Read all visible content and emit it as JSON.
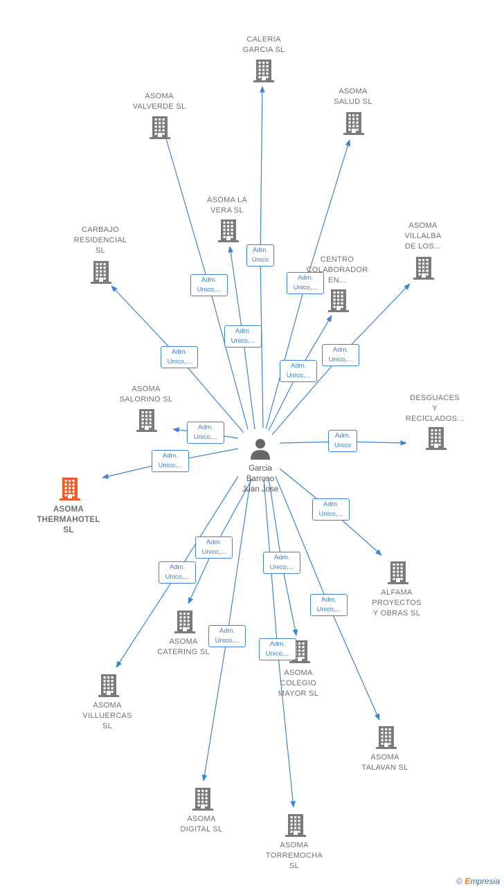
{
  "colors": {
    "edge": "#3a82d8",
    "building": "#7a7a7a",
    "highlight": "#f05a28",
    "person": "#666666"
  },
  "person": {
    "name": "Garcia\nBarroso\nJuan Jose",
    "icon": "person-icon"
  },
  "nodes": [
    {
      "id": "caleria",
      "label": "CALERIA\nGARCIA SL",
      "edge": "Adm.\nUnico",
      "icon": "building-icon"
    },
    {
      "id": "valverde",
      "label": "ASOMA\nVALVERDE  SL",
      "edge": "Adm.\nUnico,...",
      "icon": "building-icon"
    },
    {
      "id": "salud",
      "label": "ASOMA\nSALUD  SL",
      "edge": "Adm.\nUnico,...",
      "icon": "building-icon"
    },
    {
      "id": "lavera",
      "label": "ASOMA LA\nVERA  SL",
      "edge": "Adm.\nUnico,...",
      "icon": "building-icon"
    },
    {
      "id": "carbajo",
      "label": "CARBAJO\nRESIDENCIAL\nSL",
      "edge": "Adm.\nUnico,...",
      "icon": "building-icon"
    },
    {
      "id": "villalba",
      "label": "ASOMA\nVILLALBA\nDE LOS...",
      "edge": "Adm.\nUnico,...",
      "icon": "building-icon"
    },
    {
      "id": "centro",
      "label": "CENTRO\nCOLABORADOR\nEN...",
      "edge": "Adm.\nUnico,...",
      "icon": "building-icon"
    },
    {
      "id": "salorino",
      "label": "ASOMA\nSALORINO  SL",
      "edge": "Adm.\nUnico,...",
      "icon": "building-icon"
    },
    {
      "id": "desguaces",
      "label": "DESGUACES\nY\nRECICLADOS...",
      "edge": "Adm.\nUnico",
      "icon": "building-icon"
    },
    {
      "id": "thermahotel",
      "label": "ASOMA\nTHERMAHOTEL\nSL",
      "edge": "Adm.\nUnico,...",
      "icon": "building-icon",
      "highlight": true
    },
    {
      "id": "alfama",
      "label": "ALFAMA\nPROYECTOS\nY OBRAS  SL",
      "edge": "Adm.\nUnico,...",
      "icon": "building-icon"
    },
    {
      "id": "catering",
      "label": "ASOMA\nCATERING  SL",
      "edge": "Adm.\nUnico,...",
      "icon": "building-icon"
    },
    {
      "id": "villuercas",
      "label": "ASOMA\nVILLUERCAS\nSL",
      "edge": "Adm.\nUnico,...",
      "icon": "building-icon"
    },
    {
      "id": "colegio",
      "label": "ASOMA\nCOLEGIO\nMAYOR  SL",
      "edge": "Adm.\nUnico,...",
      "icon": "building-icon"
    },
    {
      "id": "talavan",
      "label": "ASOMA\nTALAVAN  SL",
      "edge": "Adm.\nUnico,...",
      "icon": "building-icon"
    },
    {
      "id": "digital",
      "label": "ASOMA\nDIGITAL  SL",
      "edge": "Adm.\nUnico,...",
      "icon": "building-icon"
    },
    {
      "id": "torremocha",
      "label": "ASOMA\nTORREMOCHA\nSL",
      "edge": "Adm.\nUnico,...",
      "icon": "building-icon"
    }
  ],
  "footer": {
    "copyright": "©",
    "brand_initial": "E",
    "brand_rest": "mpresia"
  }
}
